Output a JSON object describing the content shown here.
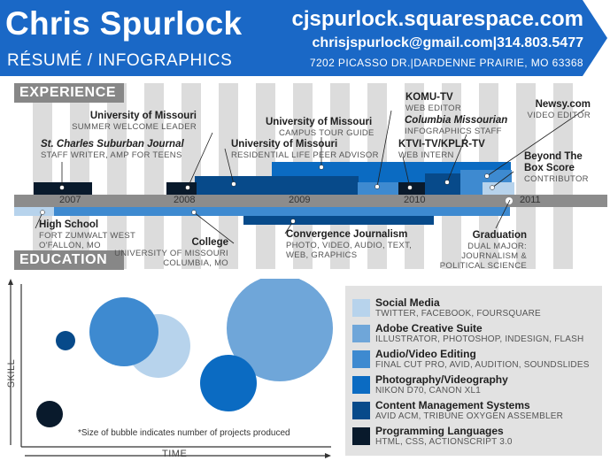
{
  "header": {
    "name": "Chris Spurlock",
    "subtitle": "RÉSUMÉ / INFOGRAPHICS",
    "website": "cjspurlock.squarespace.com",
    "contact": "chrisjspurlock@gmail.com|314.803.5477",
    "address": "7202 PICASSO DR.|DARDENNE PRAIRIE, MO 63368",
    "color": "#1a68c6"
  },
  "timeline": {
    "experience_label": "EXPERIENCE",
    "education_label": "EDUCATION",
    "years": [
      "2007",
      "2008",
      "2009",
      "2010",
      "2011"
    ],
    "experience": [
      {
        "title": "St. Charles Suburban Journal",
        "detail": "STAFF WRITER, AMP FOR TEENS"
      },
      {
        "title": "University of Missouri",
        "detail": "SUMMER WELCOME LEADER"
      },
      {
        "title": "University of Missouri",
        "detail": "RESIDENTIAL LIFE PEER ADVISOR"
      },
      {
        "title": "University of Missouri",
        "detail": "CAMPUS TOUR GUIDE"
      },
      {
        "title": "KOMU-TV",
        "detail": "WEB EDITOR"
      },
      {
        "title": "Columbia Missourian",
        "detail": "INFOGRAPHICS STAFF"
      },
      {
        "title": "KTVI-TV/KPLR-TV",
        "detail": "WEB INTERN"
      },
      {
        "title": "Newsy.com",
        "detail": "VIDEO EDITOR"
      },
      {
        "title": "Beyond The Box Score",
        "title2": "Box Score",
        "title1": "Beyond The",
        "detail": "CONTRIBUTOR"
      }
    ],
    "education": [
      {
        "title": "High School",
        "detail1": "FORT ZUMWALT WEST",
        "detail2": "O'FALLON, MO"
      },
      {
        "title": "College",
        "detail1": "UNIVERSITY OF MISSOURI",
        "detail2": "COLUMBIA, MO"
      },
      {
        "title": "Convergence Journalism",
        "detail1": "PHOTO, VIDEO, AUDIO, TEXT,",
        "detail2": "WEB, GRAPHICS"
      },
      {
        "title": "Graduation",
        "detail1": "DUAL MAJOR:",
        "detail2": "JOURNALISM &",
        "detail3": "POLITICAL SCIENCE"
      }
    ]
  },
  "skills": {
    "ylabel": "SKILL",
    "xlabel": "TIME",
    "note": "*Size of bubble indicates number of projects produced",
    "items": [
      {
        "title": "Social Media",
        "detail": "TWITTER, FACEBOOK, FOURSQUARE",
        "color": "#b7d3ec"
      },
      {
        "title": "Adobe Creative Suite",
        "detail": "ILLUSTRATOR, PHOTOSHOP, INDESIGN, FLASH",
        "color": "#6fa6d9"
      },
      {
        "title": "Audio/Video Editing",
        "detail": "FINAL CUT PRO, AVID, AUDITION, SOUNDSLIDES",
        "color": "#3e8ad0"
      },
      {
        "title": "Photography/Videography",
        "detail": "NIKON D70, CANON XL1",
        "color": "#0b6bc2"
      },
      {
        "title": "Content Management Systems",
        "detail": "AVID ACM, TRIBUNE OXYGEN ASSEMBLER",
        "color": "#074a8a"
      },
      {
        "title": "Programming Languages",
        "detail": "HTML, CSS, ACTIONSCRIPT 3.0",
        "color": "#091a2c"
      }
    ]
  }
}
